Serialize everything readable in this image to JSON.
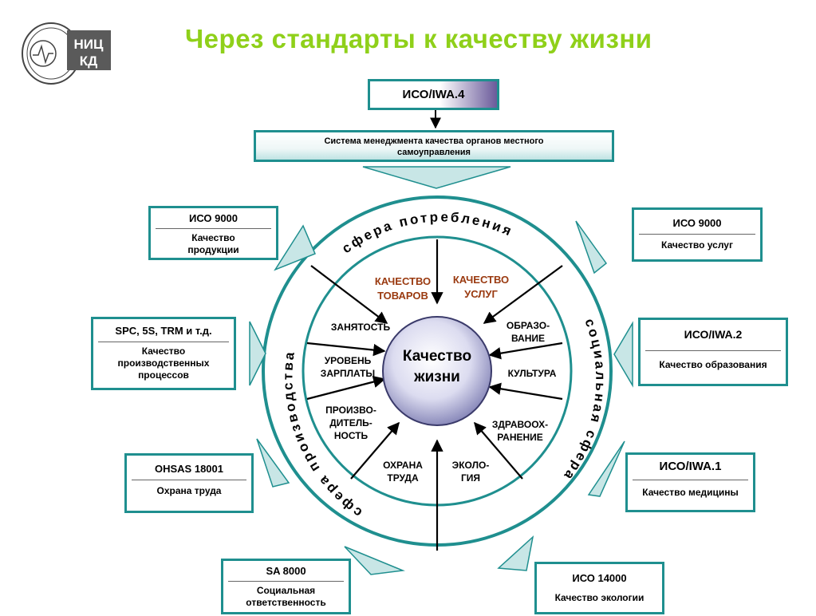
{
  "title": "Через стандарты к качеству жизни",
  "logo": {
    "text_top": "НИЦ",
    "text_bottom": "КД"
  },
  "top": {
    "iso4": "ИСО/IWA.4",
    "sms_line1": "Система менеджмента качества органов местного",
    "sms_line2": "самоуправления"
  },
  "rings": {
    "top_label": "сфера потребления",
    "left_label": "сфера производства",
    "right_label": "социальная сфера"
  },
  "center": {
    "line1": "Качество",
    "line2": "жизни"
  },
  "inner": {
    "kach_tovarov_1": "КАЧЕСТВО",
    "kach_tovarov_2": "ТОВАРОВ",
    "kach_uslug_1": "КАЧЕСТВО",
    "kach_uslug_2": "УСЛУГ",
    "zanyatost": "ЗАНЯТОСТЬ",
    "uroven_1": "УРОВЕНЬ",
    "uroven_2": "ЗАРПЛАТЫ",
    "proizv_1": "ПРОИЗВО-",
    "proizv_2": "ДИТЕЛЬ-",
    "proizv_3": "НОСТЬ",
    "ohrana_1": "ОХРАНА",
    "ohrana_2": "ТРУДА",
    "ekologiya_1": "ЭКОЛО-",
    "ekologiya_2": "ГИЯ",
    "obrazov_1": "ОБРАЗО-",
    "obrazov_2": "ВАНИЕ",
    "kultura": "КУЛЬТУРА",
    "zdrav_1": "ЗДРАВООХ-",
    "zdrav_2": "РАНЕНИЕ"
  },
  "boxes": {
    "iso9000_prod": {
      "head": "ИСО 9000",
      "body1": "Качество",
      "body2": "продукции"
    },
    "spc": {
      "head": "SPC, 5S, TRM и т.д.",
      "body1": "Качество",
      "body2": "производственных",
      "body3": "процессов"
    },
    "ohsas": {
      "head": "OHSAS 18001",
      "body1": "Охрана труда"
    },
    "sa8000": {
      "head": "SA 8000",
      "body1": "Социальная",
      "body2": "ответственность"
    },
    "iso9000_usl": {
      "head": "ИСО 9000",
      "body1": "Качество услуг"
    },
    "iwa2": {
      "head": "ИСО/IWA.2",
      "body1": "Качество образования"
    },
    "iwa1": {
      "head": "ИСО/IWA.1",
      "body1": "Качество медицины"
    },
    "iso14000": {
      "head": "ИСО 14000",
      "body1": "Качество экологии"
    }
  },
  "colors": {
    "title": "#8fd01a",
    "teal": "#1f8f8f",
    "inner_label": "#9a3a10",
    "fill": "#c8e6e6"
  }
}
